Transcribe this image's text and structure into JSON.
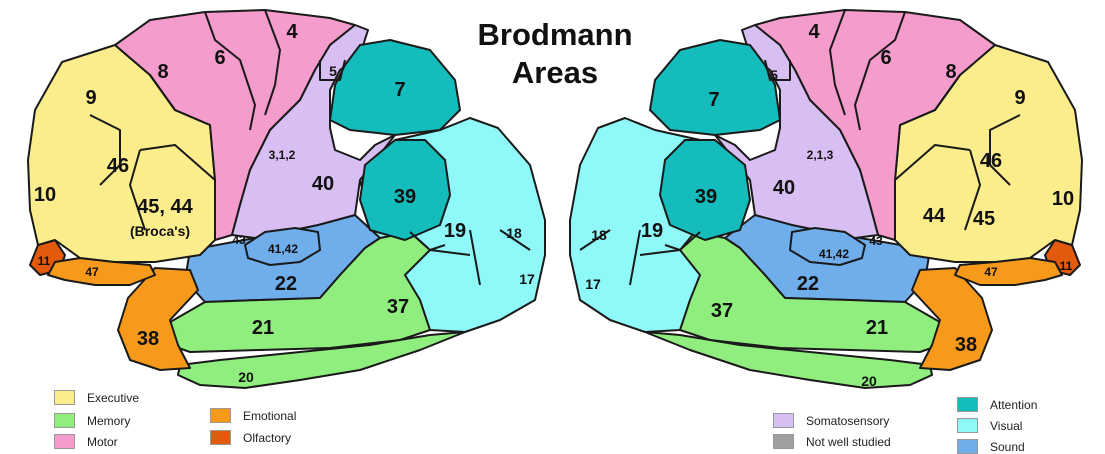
{
  "title_line1": "Brodmann",
  "title_line2": "Areas",
  "colors": {
    "executive": "#fbec8c",
    "memory": "#90ee7e",
    "motor": "#f49ccc",
    "emotional": "#f79a1c",
    "olfactory": "#e35a0c",
    "somatosensory": "#d8bff3",
    "not_studied": "#a0a0a0",
    "attention": "#15bcbc",
    "visual": "#8ff8f8",
    "sound": "#6fadeb"
  },
  "legend_left": [
    {
      "key": "executive",
      "label": "Executive"
    },
    {
      "key": "memory",
      "label": "Memory"
    },
    {
      "key": "motor",
      "label": "Motor"
    },
    {
      "key": "emotional",
      "label": "Emotional"
    },
    {
      "key": "olfactory",
      "label": "Olfactory"
    }
  ],
  "legend_right": [
    {
      "key": "somatosensory",
      "label": "Somatosensory"
    },
    {
      "key": "not_studied",
      "label": "Not well studied"
    },
    {
      "key": "attention",
      "label": "Attention"
    },
    {
      "key": "visual",
      "label": "Visual"
    },
    {
      "key": "sound",
      "label": "Sound"
    }
  ],
  "left_areas": {
    "a9": "9",
    "a10": "10",
    "a46": "46",
    "a4544": "45, 44",
    "broca": "(Broca's)",
    "a8": "8",
    "a6": "6",
    "a4": "4",
    "a5": "5",
    "a7": "7",
    "a312": "3,1,2",
    "a40": "40",
    "a39": "39",
    "a43": "43",
    "a4142": "41,42",
    "a22": "22",
    "a19": "19",
    "a18": "18",
    "a17": "17",
    "a11": "11",
    "a47": "47",
    "a38": "38",
    "a21": "21",
    "a37": "37",
    "a20": "20"
  },
  "right_areas": {
    "a9": "9",
    "a10": "10",
    "a46": "46",
    "a44": "44",
    "a45": "45",
    "a8": "8",
    "a6": "6",
    "a4": "4",
    "a5": "5",
    "a7": "7",
    "a213": "2,1,3",
    "a40": "40",
    "a39": "39",
    "a43": "43",
    "a4142": "41,42",
    "a22": "22",
    "a19": "19",
    "a18": "18",
    "a17": "17",
    "a11": "11",
    "a47": "47",
    "a38": "38",
    "a21": "21",
    "a37": "37",
    "a20": "20"
  }
}
